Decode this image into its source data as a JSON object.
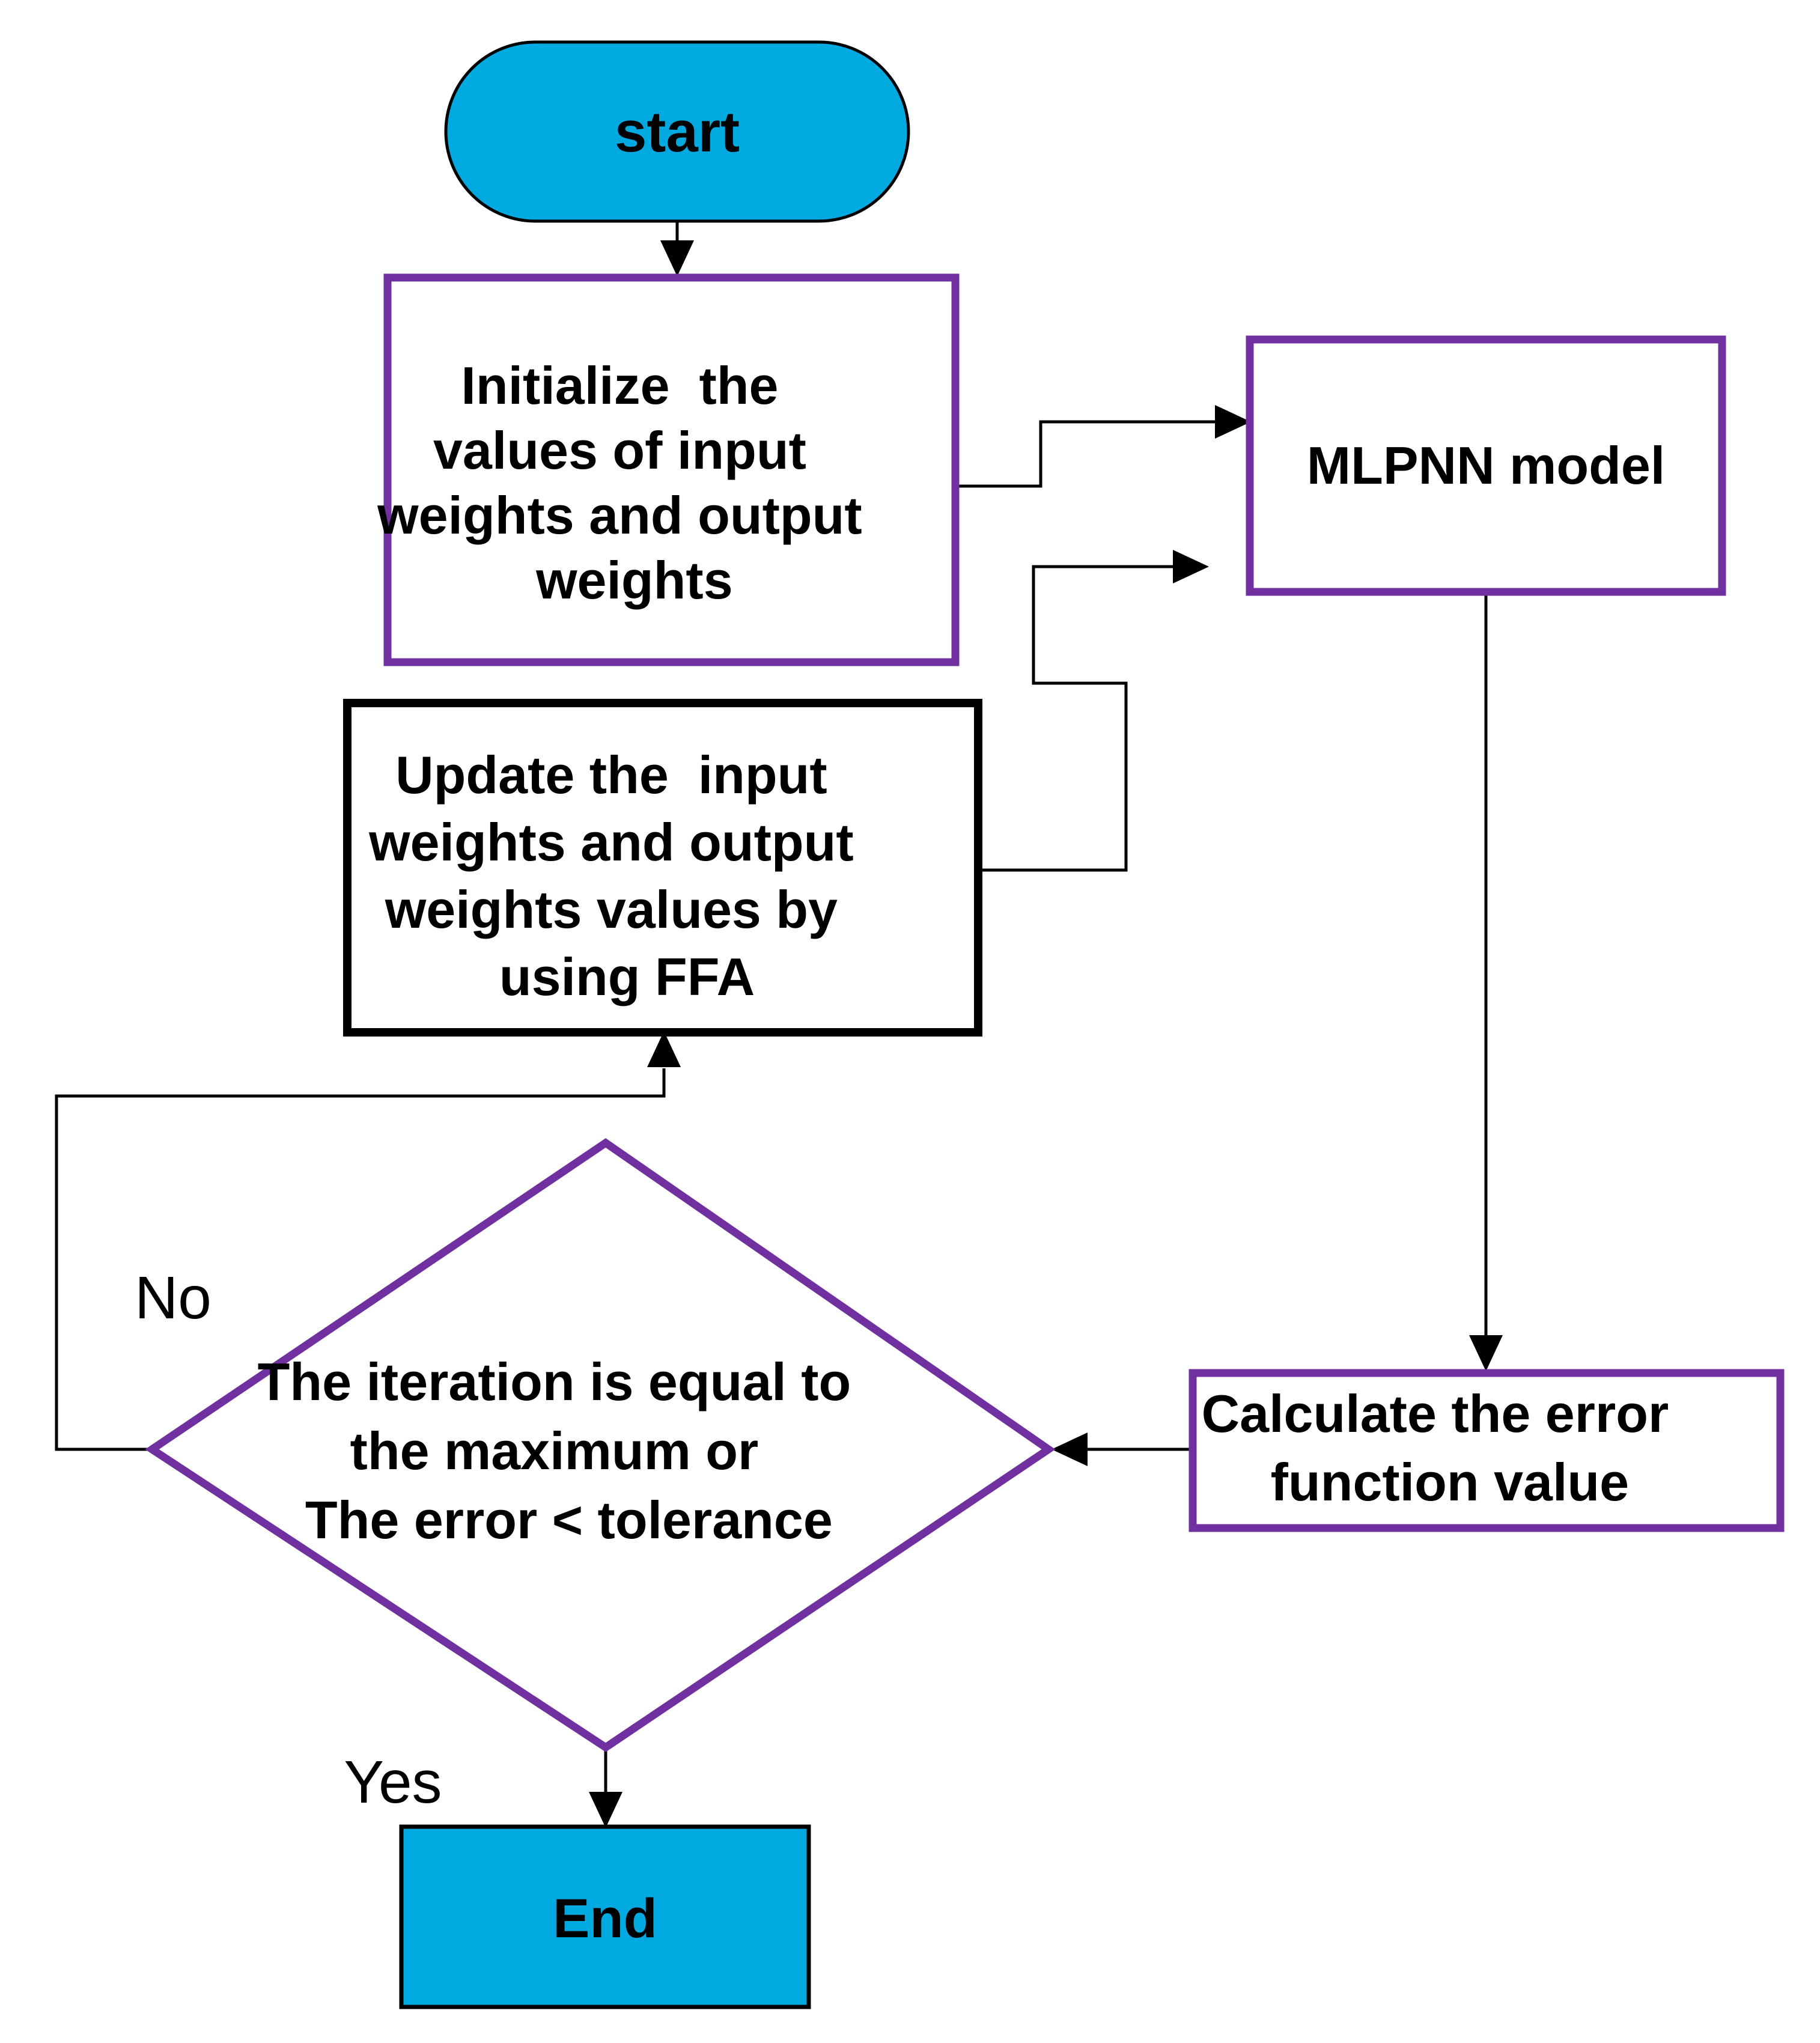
{
  "diagram": {
    "colors": {
      "cyan_fill": "#00A9E0",
      "purple_border": "#7030A0",
      "black": "#000000",
      "background": "#FFFFFF"
    },
    "nodes": {
      "start": {
        "label": "start"
      },
      "initialize": {
        "lines": [
          "Initialize  the",
          "values of input",
          "weights and output",
          "weights"
        ]
      },
      "mlpnn": {
        "label": "MLPNN model"
      },
      "update": {
        "lines": [
          "Update the  input",
          "weights and output",
          "weights values by",
          "using FFA"
        ]
      },
      "decision": {
        "lines": [
          "The iteration is equal to",
          "the maximum or",
          "The error < tolerance"
        ]
      },
      "calculate": {
        "lines": [
          "Calculate the error",
          "function value"
        ]
      },
      "end": {
        "label": "End"
      }
    },
    "edge_labels": {
      "no": "No",
      "yes": "Yes"
    }
  }
}
